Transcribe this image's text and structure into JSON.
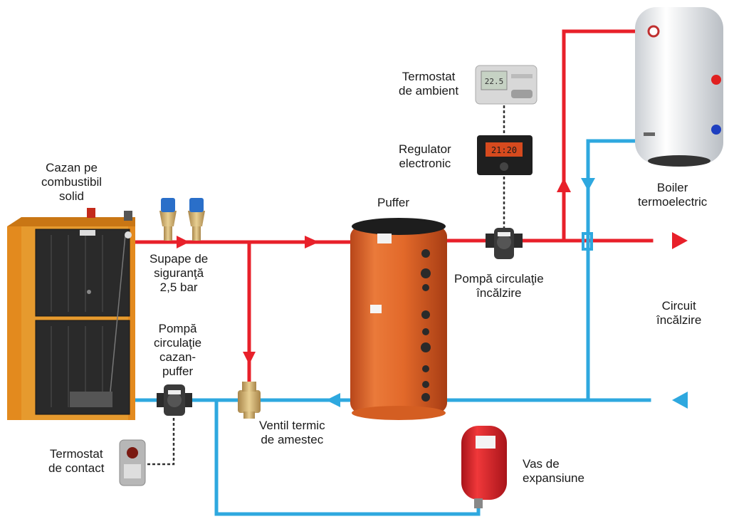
{
  "colors": {
    "hot_pipe": "#e8202a",
    "cold_pipe": "#2ea8df",
    "boiler_body": "#e38a1e",
    "boiler_dark": "#2a2a2a",
    "puffer_body": "#e2692a",
    "expansion_vessel": "#e0262a",
    "signal_line": "#333333"
  },
  "labels": {
    "boiler_solid_fuel": [
      "Cazan pe",
      "combustibil",
      "solid"
    ],
    "safety_valves": [
      "Supape de",
      "siguranţă",
      "2,5 bar"
    ],
    "boiler_pump": [
      "Pompă",
      "circulaţie",
      "cazan-",
      "puffer"
    ],
    "contact_thermostat": [
      "Termostat",
      "de contact"
    ],
    "mixing_valve": [
      "Ventil termic",
      "de amestec"
    ],
    "puffer": "Puffer",
    "room_thermostat": [
      "Termostat",
      "de ambient"
    ],
    "electronic_regulator": [
      "Regulator",
      "electronic"
    ],
    "heating_pump": [
      "Pompă circulaţie",
      "încălzire"
    ],
    "expansion_vessel": [
      "Vas de",
      "expansiune"
    ],
    "electric_boiler": [
      "Boiler",
      "termoelectric"
    ],
    "heating_circuit": [
      "Circuit",
      "încălzire"
    ]
  },
  "icons": {
    "room_thermostat_screen": "22.5",
    "regulator_screen": "21:20"
  }
}
